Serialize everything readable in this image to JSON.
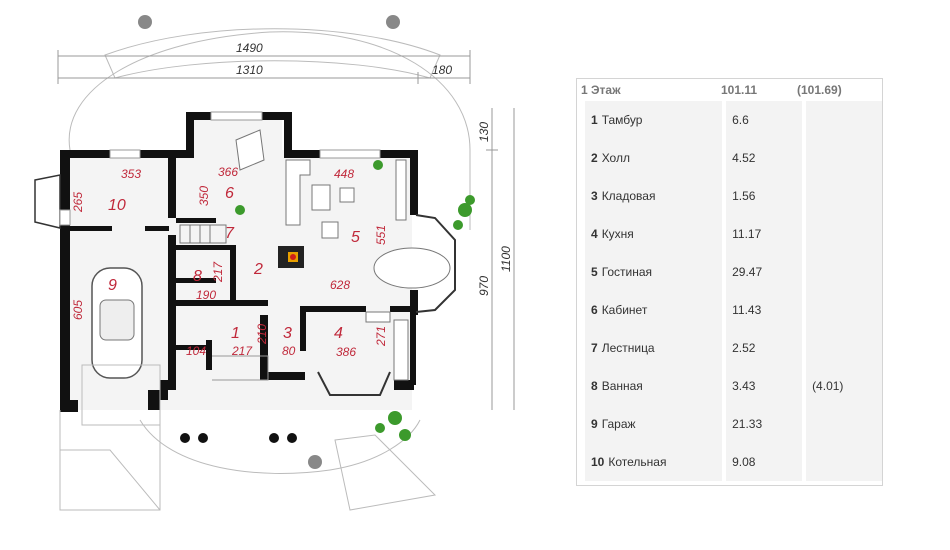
{
  "plan": {
    "dims": {
      "top_total": "1490",
      "top_main": "1310",
      "top_side": "180",
      "right_top": "130",
      "right_total": "1100",
      "right_main": "970"
    },
    "room_dims": {
      "d353": "353",
      "d265": "265",
      "d366": "366",
      "d350": "350",
      "d448": "448",
      "d551": "551",
      "d628": "628",
      "d217a": "217",
      "d190": "190",
      "d605": "605",
      "d210": "210",
      "d104": "104",
      "d217b": "217",
      "d80": "80",
      "d386": "386",
      "d271": "271"
    },
    "room_numbers": [
      "1",
      "2",
      "3",
      "4",
      "5",
      "6",
      "7",
      "8",
      "9",
      "10"
    ]
  },
  "table": {
    "header": {
      "floor": "1 Этаж",
      "area": "101.11",
      "area_alt": "(101.69)"
    },
    "rows": [
      {
        "num": "1",
        "name": "Тамбур",
        "area": "6.6",
        "alt": ""
      },
      {
        "num": "2",
        "name": "Холл",
        "area": "4.52",
        "alt": ""
      },
      {
        "num": "3",
        "name": "Кладовая",
        "area": "1.56",
        "alt": ""
      },
      {
        "num": "4",
        "name": "Кухня",
        "area": "11.17",
        "alt": ""
      },
      {
        "num": "5",
        "name": "Гостиная",
        "area": "29.47",
        "alt": ""
      },
      {
        "num": "6",
        "name": "Кабинет",
        "area": "11.43",
        "alt": ""
      },
      {
        "num": "7",
        "name": "Лестница",
        "area": "2.52",
        "alt": ""
      },
      {
        "num": "8",
        "name": "Ванная",
        "area": "3.43",
        "alt": "(4.01)"
      },
      {
        "num": "9",
        "name": "Гараж",
        "area": "21.33",
        "alt": ""
      },
      {
        "num": "10",
        "name": "Котельная",
        "area": "9.08",
        "alt": ""
      }
    ]
  }
}
